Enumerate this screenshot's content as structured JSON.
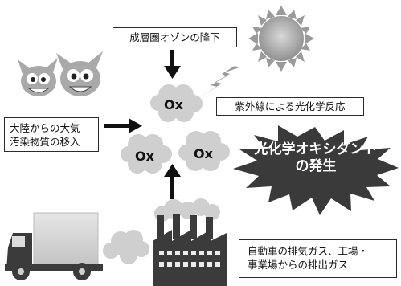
{
  "labels": {
    "stratosphere": "成層圏オゾンの降下",
    "uv": "紫外線による光化学反応",
    "continental_line1": "大陸からの大気",
    "continental_line2": "汚染物質の移入",
    "emissions_line1": "自動車の排気ガス、工場・",
    "emissions_line2": "事業場からの排出ガス",
    "oxidant_line1": "光化学オキシダント",
    "oxidant_line2": "の発生",
    "ox": "Ox"
  },
  "icons": [
    "sun-icon",
    "lightning-icon",
    "devil-face-icon",
    "truck-icon",
    "factory-icon",
    "smoke-cloud-icon"
  ],
  "colors": {
    "cloud": "#cfcfcf",
    "burst": "#3a3a3a",
    "sun": "#9a9a9a",
    "arrow": "#111111"
  }
}
